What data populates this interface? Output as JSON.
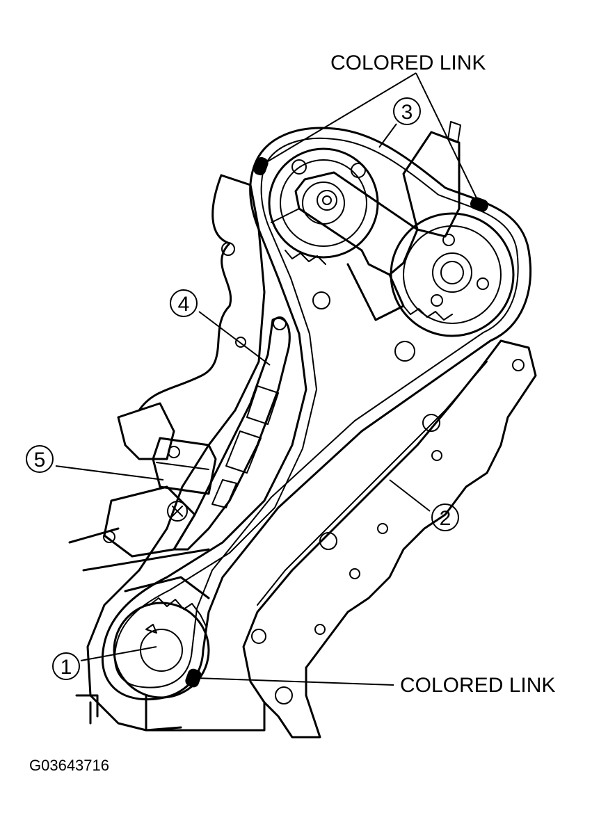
{
  "labels": {
    "colored_link_top": "COLORED LINK",
    "colored_link_bottom": "COLORED LINK",
    "figure_id": "G03643716"
  },
  "callouts": [
    "1",
    "2",
    "3",
    "4",
    "5"
  ]
}
